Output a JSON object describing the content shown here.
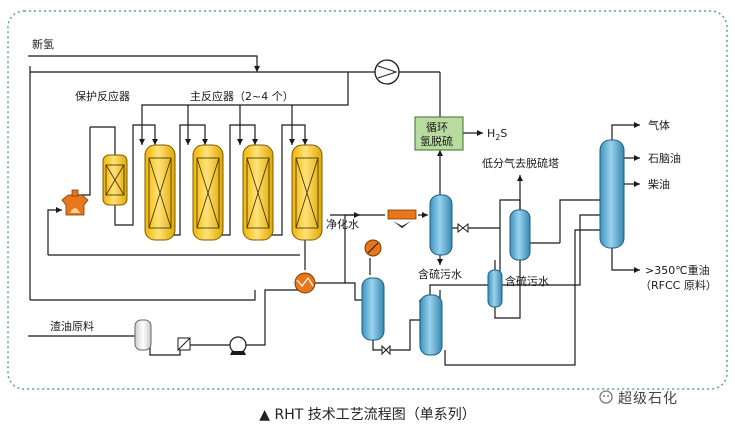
{
  "labels": {
    "new_hydrogen": "新氢",
    "guard_reactor": "保护反应器",
    "main_reactor": "主反应器（2~4 个）",
    "h2s_prefix": "H",
    "h2s_sub": "2",
    "h2s_suffix": "S",
    "recycle_line1": "循环",
    "recycle_line2": "氢脱硫",
    "purified_water": "净化水",
    "sour_water_1": "含硫污水",
    "sour_water_2": "含硫污水",
    "low_pressure_gas": "低分气去脱硫塔",
    "gas": "气体",
    "naphtha": "石脑油",
    "diesel": "柴油",
    "heavy_oil": ">350℃重油",
    "rfcc_feed": "（RFCC 原料）",
    "residue_feed": "渣油原料"
  },
  "caption": "▲  RHT 技术工艺流程图（单系列）",
  "watermark": "超级石化",
  "colors": {
    "frame": "#4caf6b",
    "reactor_fill": "#f5c518",
    "reactor_stroke": "#7a5c00",
    "vessel_fill": "#5ab0d6",
    "vessel_stroke": "#1d5f80",
    "furnace": "#e8761c",
    "hx": "#e8761c",
    "recycle_box": "#b8dca0",
    "line": "#1a1a1a"
  }
}
